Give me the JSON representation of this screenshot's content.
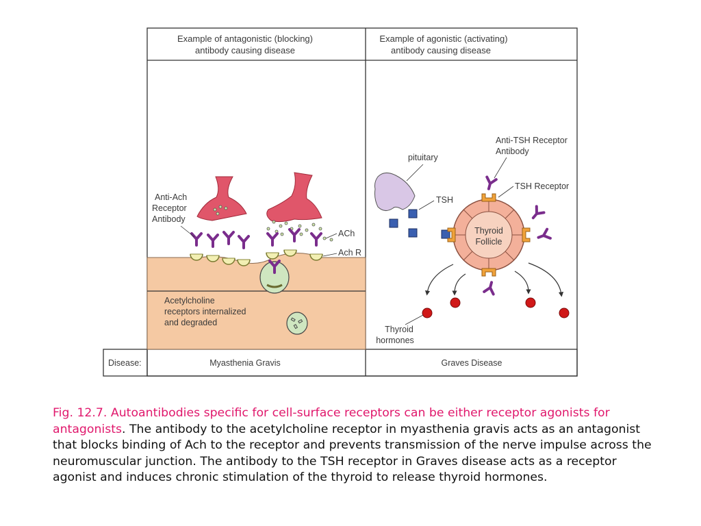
{
  "figure": {
    "left_header": [
      "Example of antagonistic (blocking)",
      "antibody causing disease"
    ],
    "right_header": [
      "Example of agonistic (activating)",
      "antibody causing disease"
    ],
    "left_labels": {
      "anti_ach": [
        "Anti-Ach",
        "Receptor",
        "Antibody"
      ],
      "ach": "ACh",
      "ach_r": "Ach R",
      "internalized": [
        "Acetylcholine",
        "receptors internalized",
        "and degraded"
      ]
    },
    "right_labels": {
      "pituitary": "pituitary",
      "tsh": "TSH",
      "anti_tsh": [
        "Anti-TSH Receptor",
        "Antibody"
      ],
      "tsh_receptor": "TSH Receptor",
      "follicle": [
        "Thyroid",
        "Follicle"
      ],
      "hormones": [
        "Thyroid",
        "hormones"
      ]
    },
    "footer": {
      "disease_label": "Disease:",
      "left_disease": "Myasthenia Gravis",
      "right_disease": "Graves Disease"
    },
    "colors": {
      "tissue": "#f5c9a3",
      "nerve": "#e0566a",
      "antibody": "#7a2d8c",
      "receptor": "#f2efb3",
      "pituitary": "#d9c7e6",
      "tsh": "#3a5fb0",
      "follicle": "#f3b09a",
      "tsh_receptor": "#f0a23a",
      "hormone": "#d01818",
      "vesicle": "#cfe6c0"
    }
  },
  "caption": {
    "title": "Fig. 12.7. Autoantibodies specific for cell-surface receptors can be either receptor agonists for antagonists",
    "body": ". The antibody to the acetylcholine receptor in myasthenia gravis acts as an antagonist that blocks binding of Ach to the receptor and prevents transmission of the nerve impulse across the neuromuscular junction. The antibody to the TSH receptor in Graves disease acts as a receptor agonist and induces chronic stimulation of the thyroid to release thyroid hormones."
  }
}
